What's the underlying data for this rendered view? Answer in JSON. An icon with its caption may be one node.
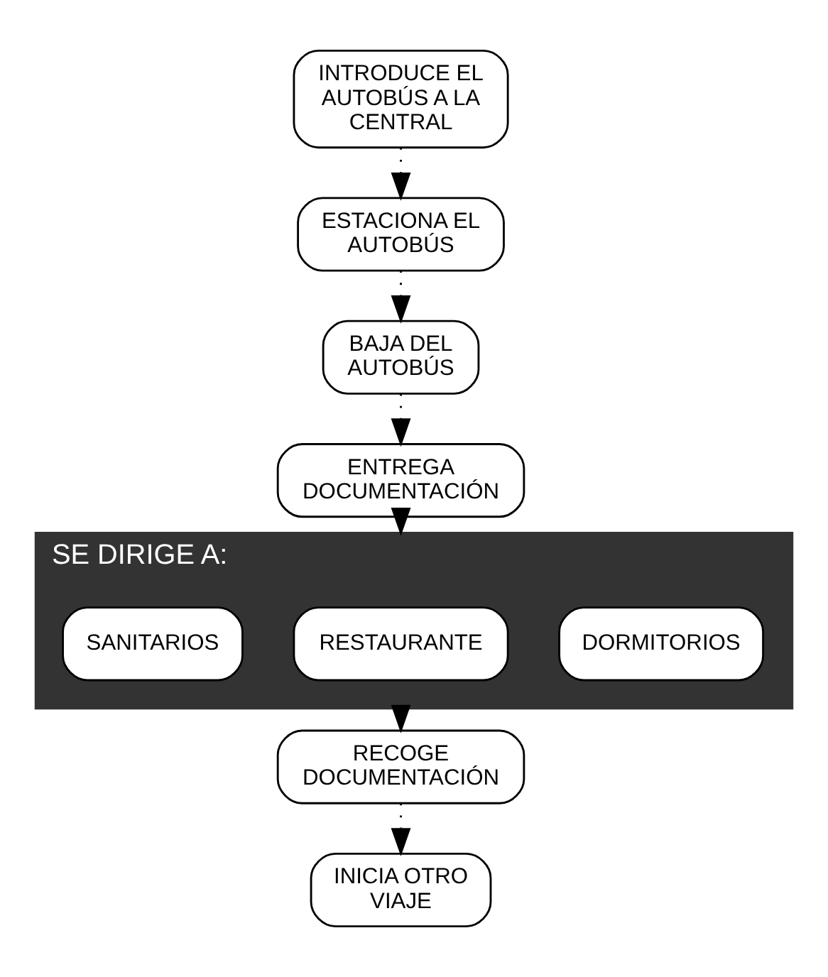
{
  "diagram": {
    "nodes": [
      {
        "text": [
          "INTRODUCE EL AUTOBÚS A LA CENTRAL"
        ]
      },
      {
        "text": [
          "ESTACIONA EL AUTOBÚS"
        ]
      },
      {
        "text": [
          "BAJA DEL AUTOBÚS"
        ]
      },
      {
        "text": [
          "ENTREGA DOCUMENTACIÓN"
        ]
      },
      {
        "text": [
          "SE DIRIGE A:"
        ]
      },
      {
        "text": [
          "SANITARIOS"
        ],
        "in": 4
      },
      {
        "text": [
          "RESTAURANTE"
        ],
        "in": 4
      },
      {
        "text": [
          "DORMITORIOS"
        ],
        "in": 4
      },
      {
        "text": [
          "RECOGE DOCUMENTACIÓN"
        ]
      },
      {
        "text": [
          "INICIA OTRO VIAJE"
        ]
      }
    ],
    "edges": [
      {
        "from": 0,
        "to": 1,
        "arrow": "to"
      },
      {
        "from": 1,
        "to": 2,
        "arrow": "to"
      },
      {
        "from": 2,
        "to": 3,
        "arrow": "to"
      },
      {
        "from": 3,
        "to": 4,
        "arrow": "to"
      },
      {
        "from": 4,
        "to": 8,
        "arrow": "to"
      },
      {
        "from": 8,
        "to": 9,
        "arrow": "to"
      }
    ]
  }
}
